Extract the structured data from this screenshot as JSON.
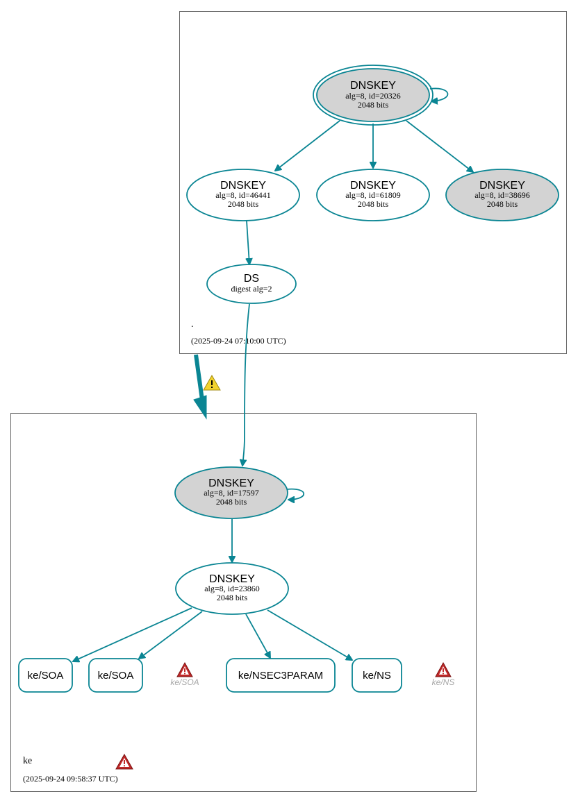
{
  "colors": {
    "edge": "#0a8593",
    "node_fill_ksk": "#d3d3d3",
    "node_fill_zsk": "#ffffff",
    "zone_border": "#666666",
    "warning_yellow": "#f2d22e",
    "warning_red": "#c02828"
  },
  "zones": {
    "root": {
      "name": ".",
      "timestamp": "(2025-09-24 07:10:00 UTC)"
    },
    "ke": {
      "name": "ke",
      "timestamp": "(2025-09-24 09:58:37 UTC)"
    }
  },
  "nodes": {
    "root_ksk": {
      "title": "DNSKEY",
      "line1": "alg=8, id=20326",
      "line2": "2048 bits"
    },
    "root_zsk1": {
      "title": "DNSKEY",
      "line1": "alg=8, id=46441",
      "line2": "2048 bits"
    },
    "root_zsk2": {
      "title": "DNSKEY",
      "line1": "alg=8, id=61809",
      "line2": "2048 bits"
    },
    "root_ksk2": {
      "title": "DNSKEY",
      "line1": "alg=8, id=38696",
      "line2": "2048 bits"
    },
    "root_ds": {
      "title": "DS",
      "line1": "digest alg=2"
    },
    "ke_ksk": {
      "title": "DNSKEY",
      "line1": "alg=8, id=17597",
      "line2": "2048 bits"
    },
    "ke_zsk": {
      "title": "DNSKEY",
      "line1": "alg=8, id=23860",
      "line2": "2048 bits"
    }
  },
  "rrsets": [
    {
      "label": "ke/SOA"
    },
    {
      "label": "ke/SOA"
    },
    {
      "label": "ke/NSEC3PARAM"
    },
    {
      "label": "ke/NS"
    }
  ],
  "ghost_rrsets": [
    {
      "label": "ke/SOA",
      "icon": "error-triangle-icon"
    },
    {
      "label": "ke/NS",
      "icon": "error-triangle-icon"
    }
  ],
  "icons": {
    "delegation_warning": "warning-triangle-icon",
    "zone_error": "error-triangle-icon"
  }
}
